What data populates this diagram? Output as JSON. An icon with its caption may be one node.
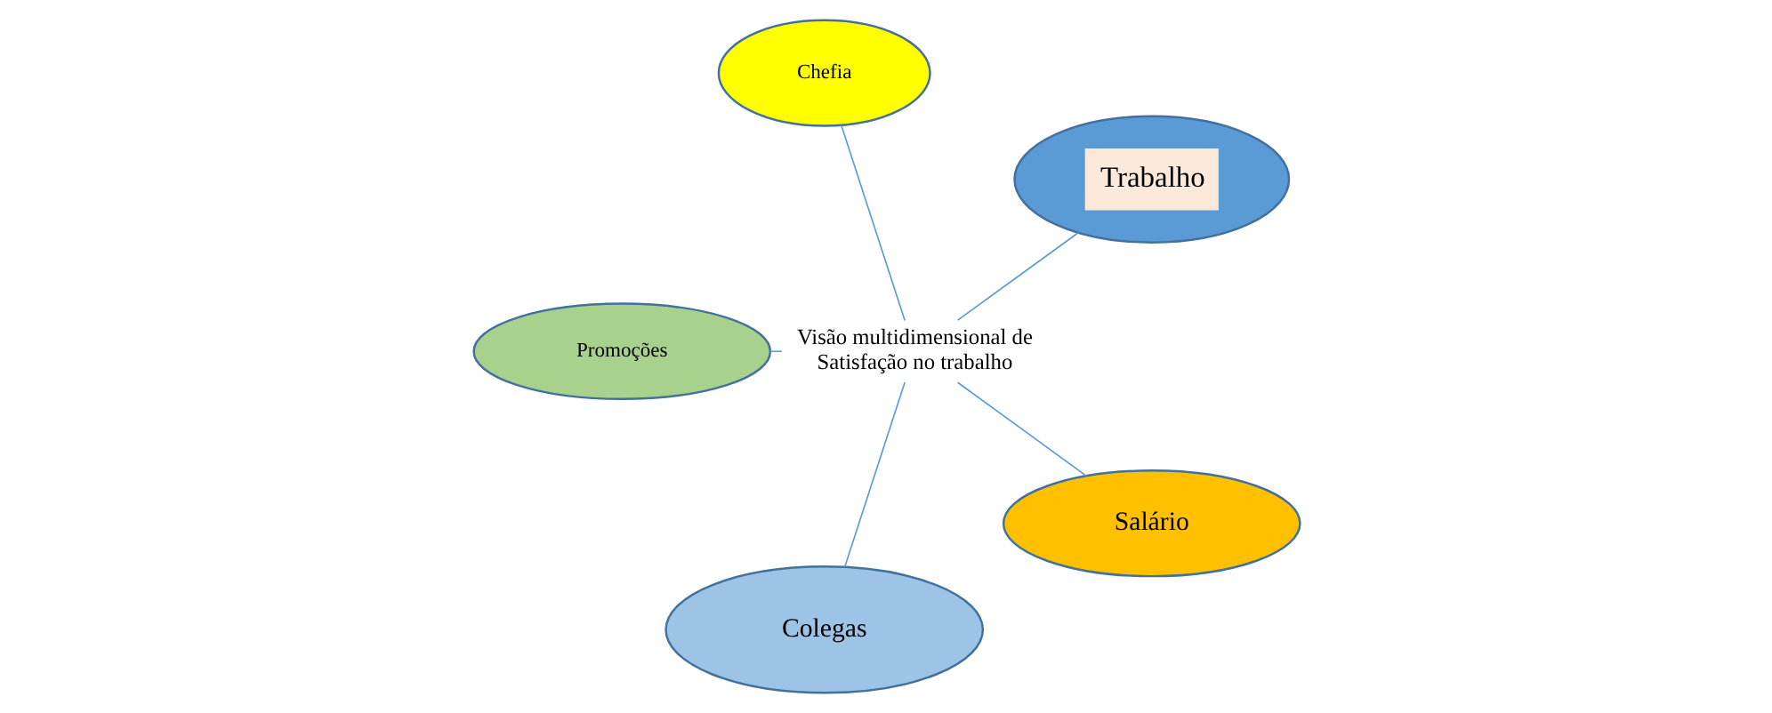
{
  "diagram": {
    "nodes": [
      {
        "text": [
          "Trabalho"
        ]
      },
      {
        "text": [
          "Chefia"
        ]
      },
      {
        "text": [
          "Promoções"
        ]
      },
      {
        "text": [
          "Visão multidimensional de Satisfação no trabalho"
        ]
      },
      {
        "text": [
          "Colegas"
        ]
      },
      {
        "text": [
          "Salário"
        ]
      }
    ],
    "edges": [
      {
        "from": 3,
        "to": 0,
        "arrow": "none"
      },
      {
        "from": 3,
        "to": 1,
        "arrow": "none"
      },
      {
        "from": 3,
        "to": 2,
        "arrow": "none"
      },
      {
        "from": 3,
        "to": 4,
        "arrow": "none"
      },
      {
        "from": 3,
        "to": 5,
        "arrow": "none"
      }
    ]
  }
}
